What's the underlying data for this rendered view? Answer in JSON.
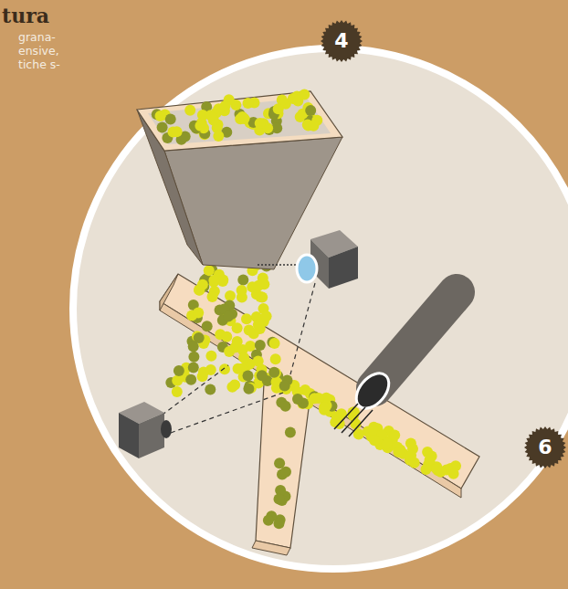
{
  "diagram": {
    "title": "tura",
    "labels": [
      "grana- ensive, tiche s-",
      "4",
      "6"
    ]
  }
}
